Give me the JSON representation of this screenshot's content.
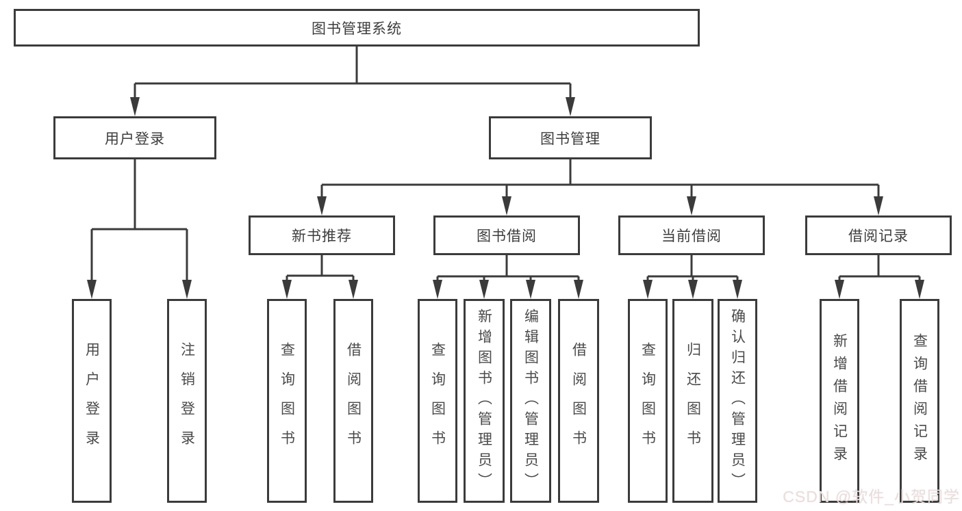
{
  "diagram": {
    "root": {
      "label": "图书管理系统"
    },
    "level2": [
      {
        "label": "用户登录"
      },
      {
        "label": "图书管理"
      }
    ],
    "level3": [
      {
        "label": "新书推荐"
      },
      {
        "label": "图书借阅"
      },
      {
        "label": "当前借阅"
      },
      {
        "label": "借阅记录"
      }
    ],
    "leaves": {
      "user_login": [
        {
          "label": "用户登录"
        },
        {
          "label": "注销登录"
        }
      ],
      "new_book": [
        {
          "label": "查询图书"
        },
        {
          "label": "借阅图书"
        }
      ],
      "book_borrow": [
        {
          "label": "查询图书"
        },
        {
          "label": "新增图书（管理员）"
        },
        {
          "label": "编辑图书（管理员）"
        },
        {
          "label": "借阅图书"
        }
      ],
      "current_borrow": [
        {
          "label": "查询图书"
        },
        {
          "label": "归还图书"
        },
        {
          "label": "确认归还（管理员）"
        }
      ],
      "borrow_records": [
        {
          "label": "新增借阅记录"
        },
        {
          "label": "查询借阅记录"
        }
      ]
    }
  },
  "watermark": "CSDN @软件_小贺同学",
  "colors": {
    "line": "#3b3b3b",
    "box_border": "#3b3b3b",
    "text": "#3d3d3d",
    "watermark": "#e9dede",
    "background": "#ffffff"
  }
}
